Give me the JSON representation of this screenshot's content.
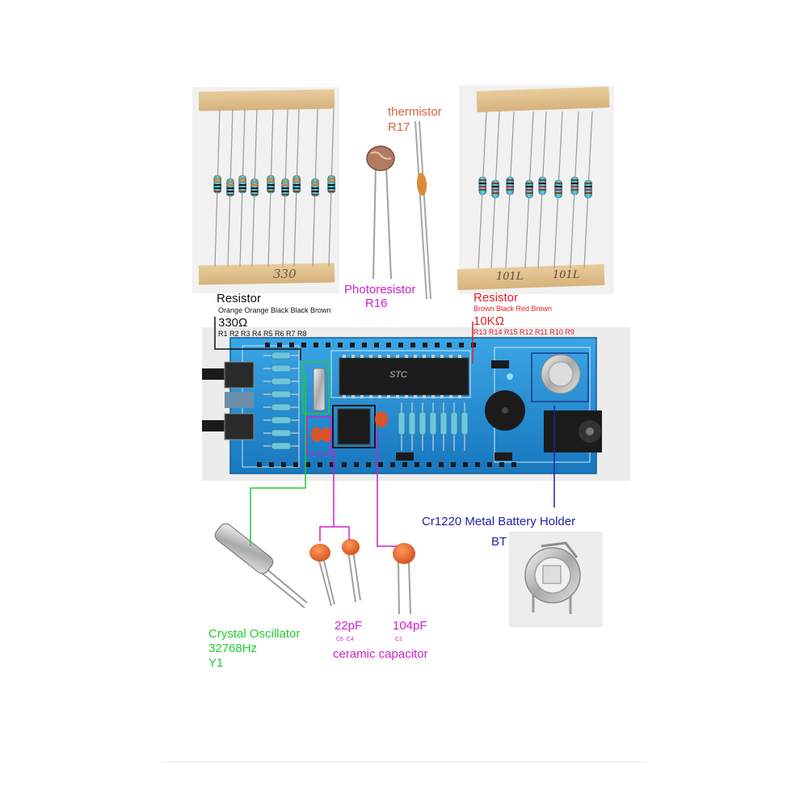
{
  "resistor_330": {
    "title": "Resistor",
    "color_code": "Orange Orange Black Black Brown",
    "value": "330Ω",
    "refs": "R1 R2 R3 R4 R5 R6 R7 R8",
    "tape_text": "330"
  },
  "resistor_10k": {
    "title": "Resistor",
    "color_code": "Brown Black Red Brown",
    "value": "10KΩ",
    "refs": "R13 R14 R15 R12 R11 R10 R9",
    "tape_text_1": "101L",
    "tape_text_2": "101L"
  },
  "thermistor": {
    "name": "thermistor",
    "ref": "R17"
  },
  "photoresistor": {
    "name": "Photoresistor",
    "ref": "R16"
  },
  "battery_holder": {
    "name": "Cr1220 Metal Battery Holder",
    "ref": "BT"
  },
  "crystal": {
    "name": "Crystal Oscillator",
    "freq": "32768Hz",
    "ref": "Y1"
  },
  "cap_22pf": {
    "value": "22pF",
    "refs": "C5  C4"
  },
  "cap_104pf": {
    "value": "104pF",
    "ref": "C1"
  },
  "capacitor_type": "ceramic capacitor",
  "board": {
    "ic_marking": "STC"
  },
  "colors": {
    "board": "#1e88cc",
    "label_red": "#e0202a",
    "label_magenta": "#cc22cc",
    "label_green": "#22cc33",
    "label_blue": "#2222aa",
    "label_brown": "#d8643a"
  }
}
